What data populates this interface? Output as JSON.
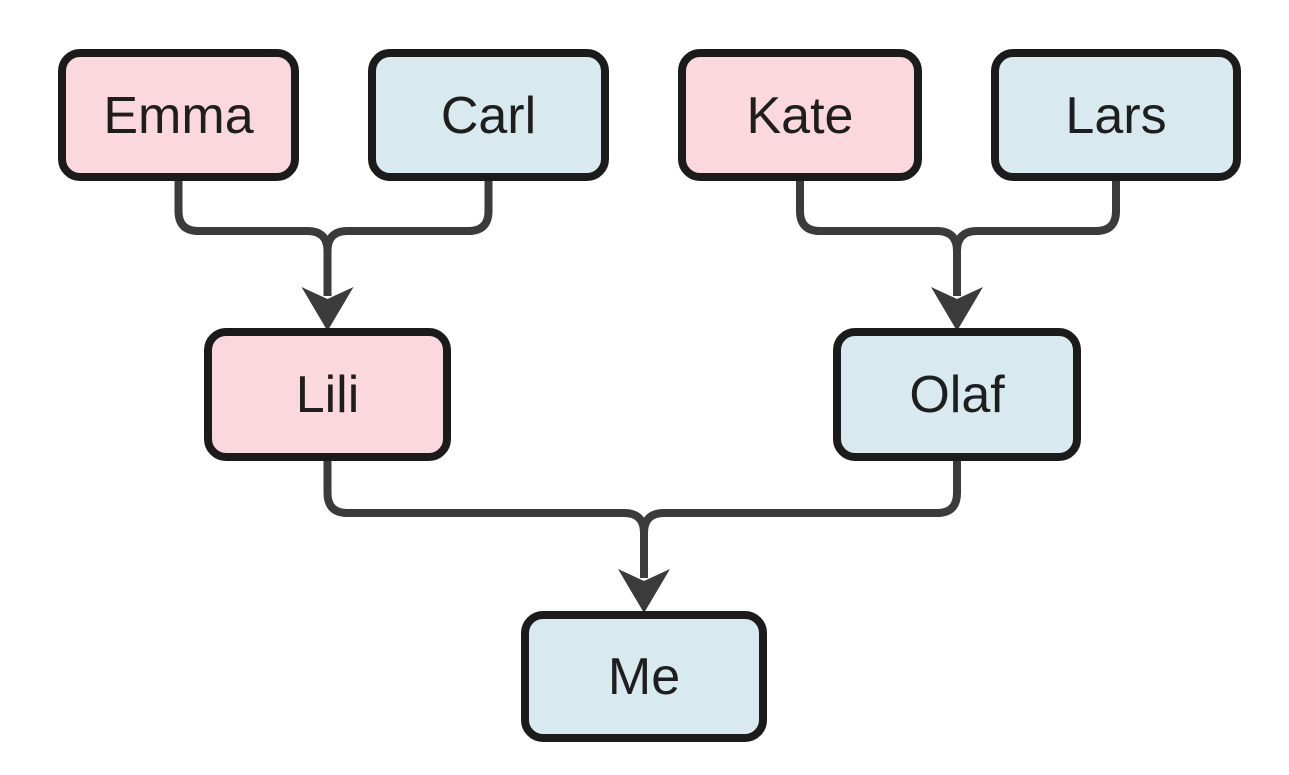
{
  "diagram": {
    "kind": "family-tree-flowchart",
    "colors": {
      "background": "#ffffff",
      "pink_fill": "#fbd7de",
      "blue_fill": "#d8e9ef",
      "node_border": "#1b1b1b",
      "edge_stroke": "#3b3b3b",
      "text": "#1e1e1e"
    },
    "nodes": [
      {
        "id": "emma",
        "label": "Emma",
        "fill": "pink",
        "level": 1
      },
      {
        "id": "carl",
        "label": "Carl",
        "fill": "blue",
        "level": 1
      },
      {
        "id": "kate",
        "label": "Kate",
        "fill": "pink",
        "level": 1
      },
      {
        "id": "lars",
        "label": "Lars",
        "fill": "blue",
        "level": 1
      },
      {
        "id": "lili",
        "label": "Lili",
        "fill": "pink",
        "level": 2
      },
      {
        "id": "olaf",
        "label": "Olaf",
        "fill": "blue",
        "level": 2
      },
      {
        "id": "me",
        "label": "Me",
        "fill": "blue",
        "level": 3
      }
    ],
    "edges": [
      {
        "from": "emma",
        "to": "lili"
      },
      {
        "from": "carl",
        "to": "lili"
      },
      {
        "from": "kate",
        "to": "olaf"
      },
      {
        "from": "lars",
        "to": "olaf"
      },
      {
        "from": "lili",
        "to": "me"
      },
      {
        "from": "olaf",
        "to": "me"
      }
    ]
  }
}
